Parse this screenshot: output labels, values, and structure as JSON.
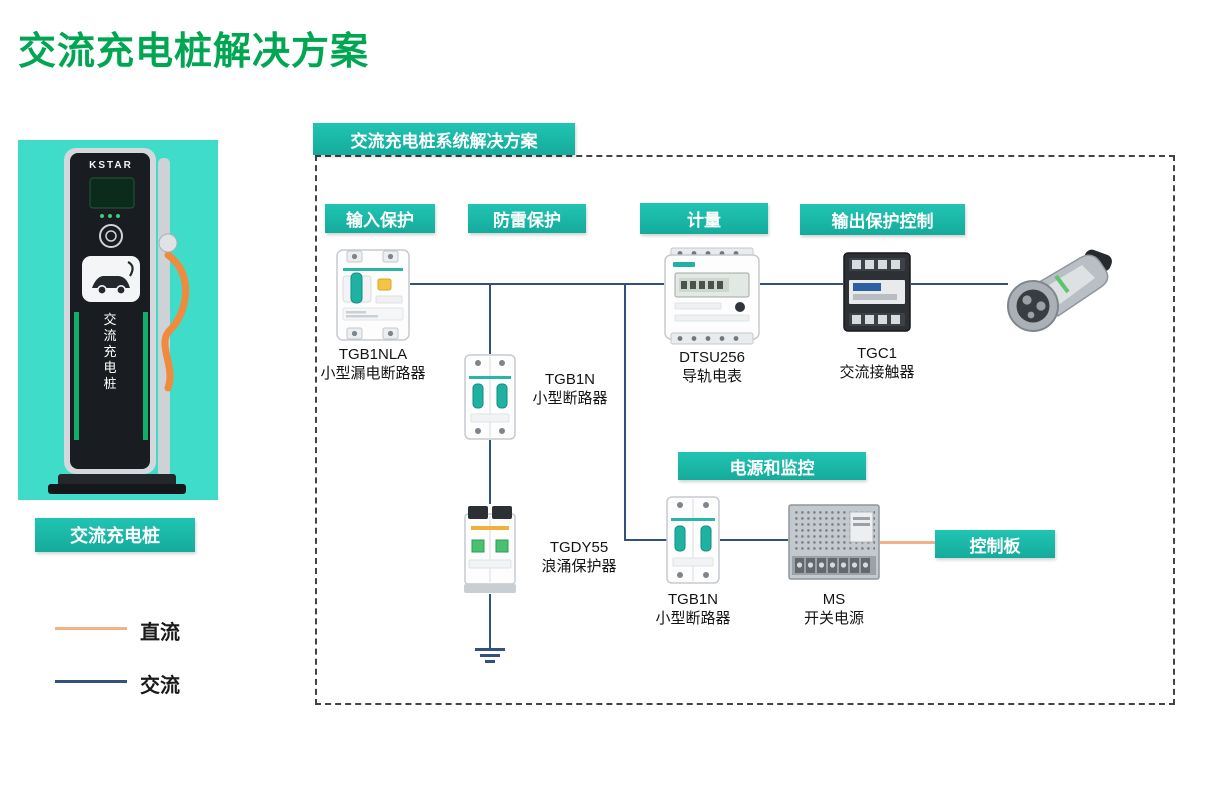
{
  "page": {
    "title": "交流充电桩解决方案"
  },
  "pile": {
    "brand": "KSTAR",
    "vertical_label": "交流充电桩",
    "caption": "交流充电桩"
  },
  "legend": {
    "dc_label": "直流",
    "ac_label": "交流"
  },
  "diagram": {
    "title": "交流充电桩系统解决方案",
    "badges": {
      "input_protection": "输入保护",
      "surge_protection": "防雷保护",
      "metering": "计量",
      "output_protection": "输出保护控制",
      "power_monitoring": "电源和监控",
      "control_board": "控制板"
    },
    "components": {
      "rcbo": {
        "model": "TGB1NLA",
        "desc": "小型漏电断路器"
      },
      "mcb1": {
        "model": "TGB1N",
        "desc": "小型断路器"
      },
      "spd": {
        "model": "TGDY55",
        "desc": "浪涌保护器"
      },
      "meter": {
        "model": "DTSU256",
        "desc": "导轨电表"
      },
      "contactor": {
        "model": "TGC1",
        "desc": "交流接触器"
      },
      "mcb2": {
        "model": "TGB1N",
        "desc": "小型断路器"
      },
      "psu": {
        "model": "MS",
        "desc": "开关电源"
      }
    },
    "colors": {
      "title_green": "#00A651",
      "teal_badge": "#1BBCAC",
      "panel_teal": "#3EDCC9",
      "ac_line": "#33517E",
      "dc_line": "#F4B183"
    }
  }
}
